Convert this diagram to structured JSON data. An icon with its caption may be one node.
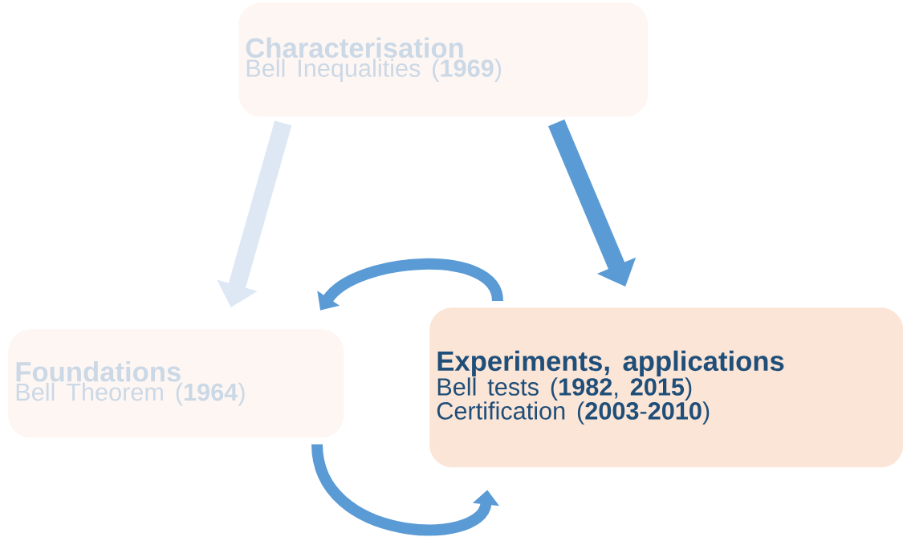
{
  "diagram": {
    "nodes": [
      {
        "text": [
          "Characterisation",
          "Bell Inequalities (**1969**)"
        ]
      },
      {
        "text": [
          "Foundations",
          "Bell Theorem (**1964**)"
        ]
      },
      {
        "text": [
          "Experiments, applications",
          "Bell tests (**1982**, **2015**)",
          "Certification (**2003**-**2010**)"
        ]
      }
    ],
    "edges": [
      {
        "from": 0,
        "to": 1,
        "arrow": "to",
        "color": "#dde8f4"
      },
      {
        "from": 0,
        "to": 2,
        "arrow": "to"
      },
      {
        "from": 2,
        "to": 1,
        "arrow": "to"
      },
      {
        "from": 1,
        "to": 2,
        "arrow": "to"
      }
    ]
  }
}
